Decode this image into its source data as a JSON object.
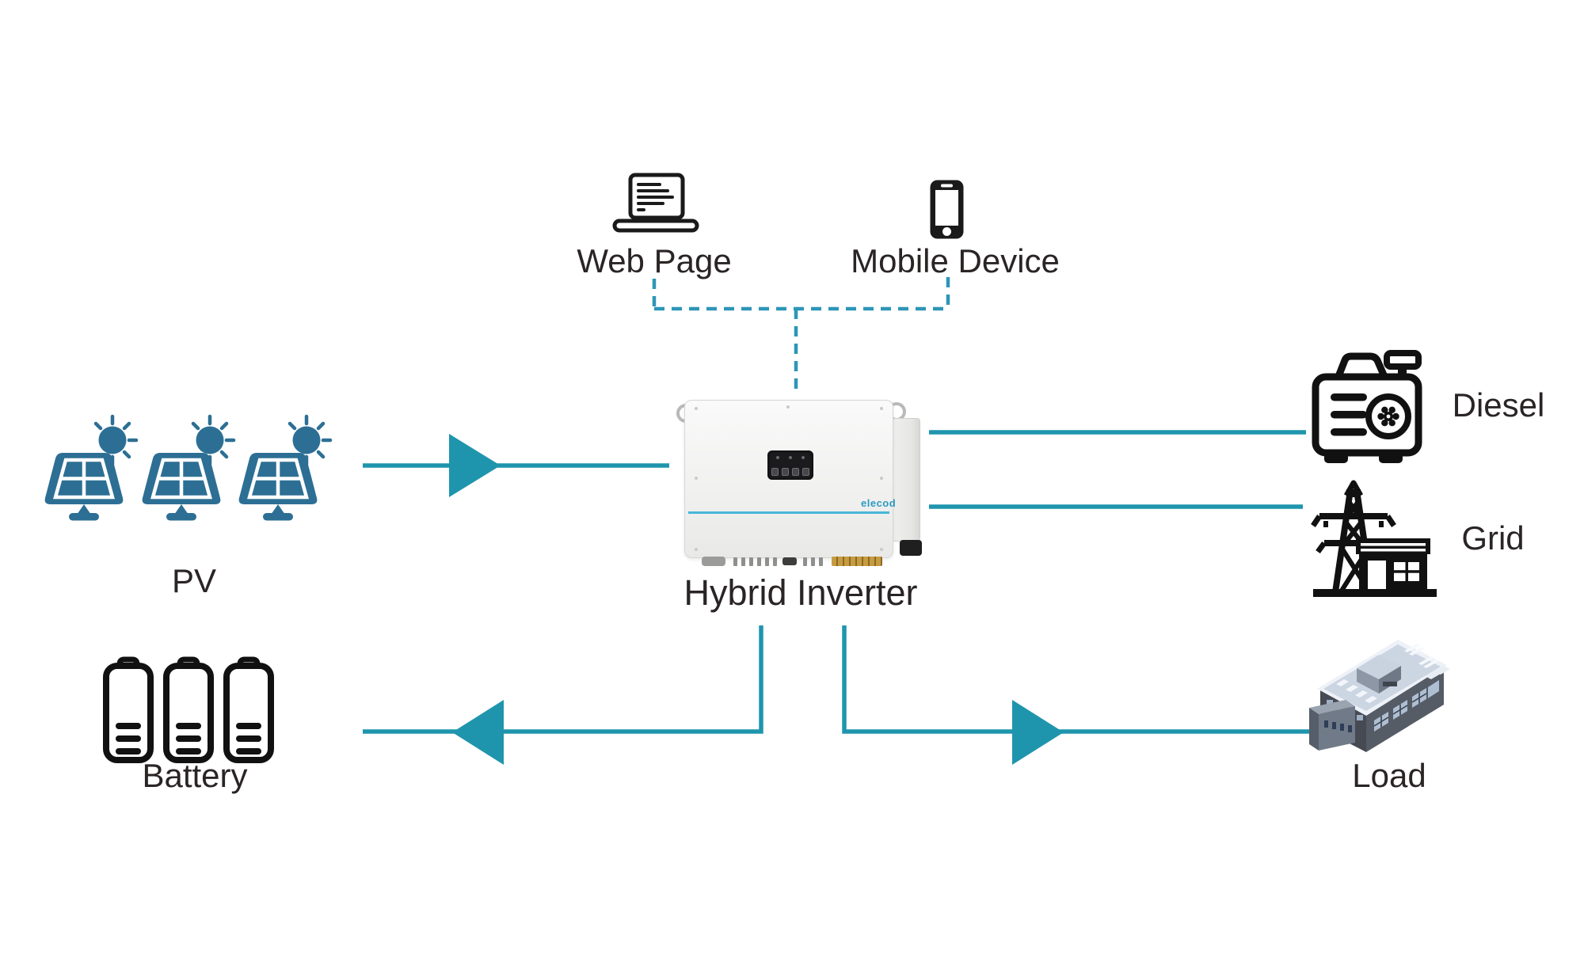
{
  "diagram": {
    "type": "hybrid-inverter-system-diagram",
    "colors": {
      "background": "#ffffff",
      "solid_line_teal": "#1f95ad",
      "dashed_line_teal": "#2d96b8",
      "pv_icon_blue": "#2d6f94",
      "icon_black": "#1a1a1a",
      "inverter_accent_blue": "#49b6d8",
      "logo_blue": "#2e9ac0"
    },
    "nodes": {
      "web_page": {
        "label": "Web Page",
        "icon": "laptop-icon"
      },
      "mobile_device": {
        "label": "Mobile Device",
        "icon": "smartphone-icon"
      },
      "pv": {
        "label": "PV",
        "icon": "solar-panel-icon",
        "panel_count": 3
      },
      "battery": {
        "label": "Battery",
        "icon": "battery-icon",
        "battery_count": 3
      },
      "inverter": {
        "label": "Hybrid Inverter",
        "brand": "elecod",
        "icon": "inverter-product-image"
      },
      "diesel": {
        "label": "Diesel",
        "icon": "diesel-generator-icon"
      },
      "grid": {
        "label": "Grid",
        "icon": "transmission-tower-icon"
      },
      "load": {
        "label": "Load",
        "icon": "factory-building-icon"
      }
    },
    "connections": [
      {
        "from": "pv",
        "to": "inverter",
        "style": "solid",
        "arrow": "toward-inverter"
      },
      {
        "from": "web_page",
        "to": "inverter",
        "style": "dashed",
        "arrow": "none"
      },
      {
        "from": "mobile_device",
        "to": "inverter",
        "style": "dashed",
        "arrow": "none"
      },
      {
        "from": "inverter",
        "to": "diesel",
        "style": "solid",
        "arrow": "none"
      },
      {
        "from": "inverter",
        "to": "grid",
        "style": "solid",
        "arrow": "none"
      },
      {
        "from": "inverter",
        "to": "battery",
        "style": "solid",
        "arrow": "toward-battery"
      },
      {
        "from": "inverter",
        "to": "load",
        "style": "solid",
        "arrow": "toward-load"
      }
    ]
  }
}
